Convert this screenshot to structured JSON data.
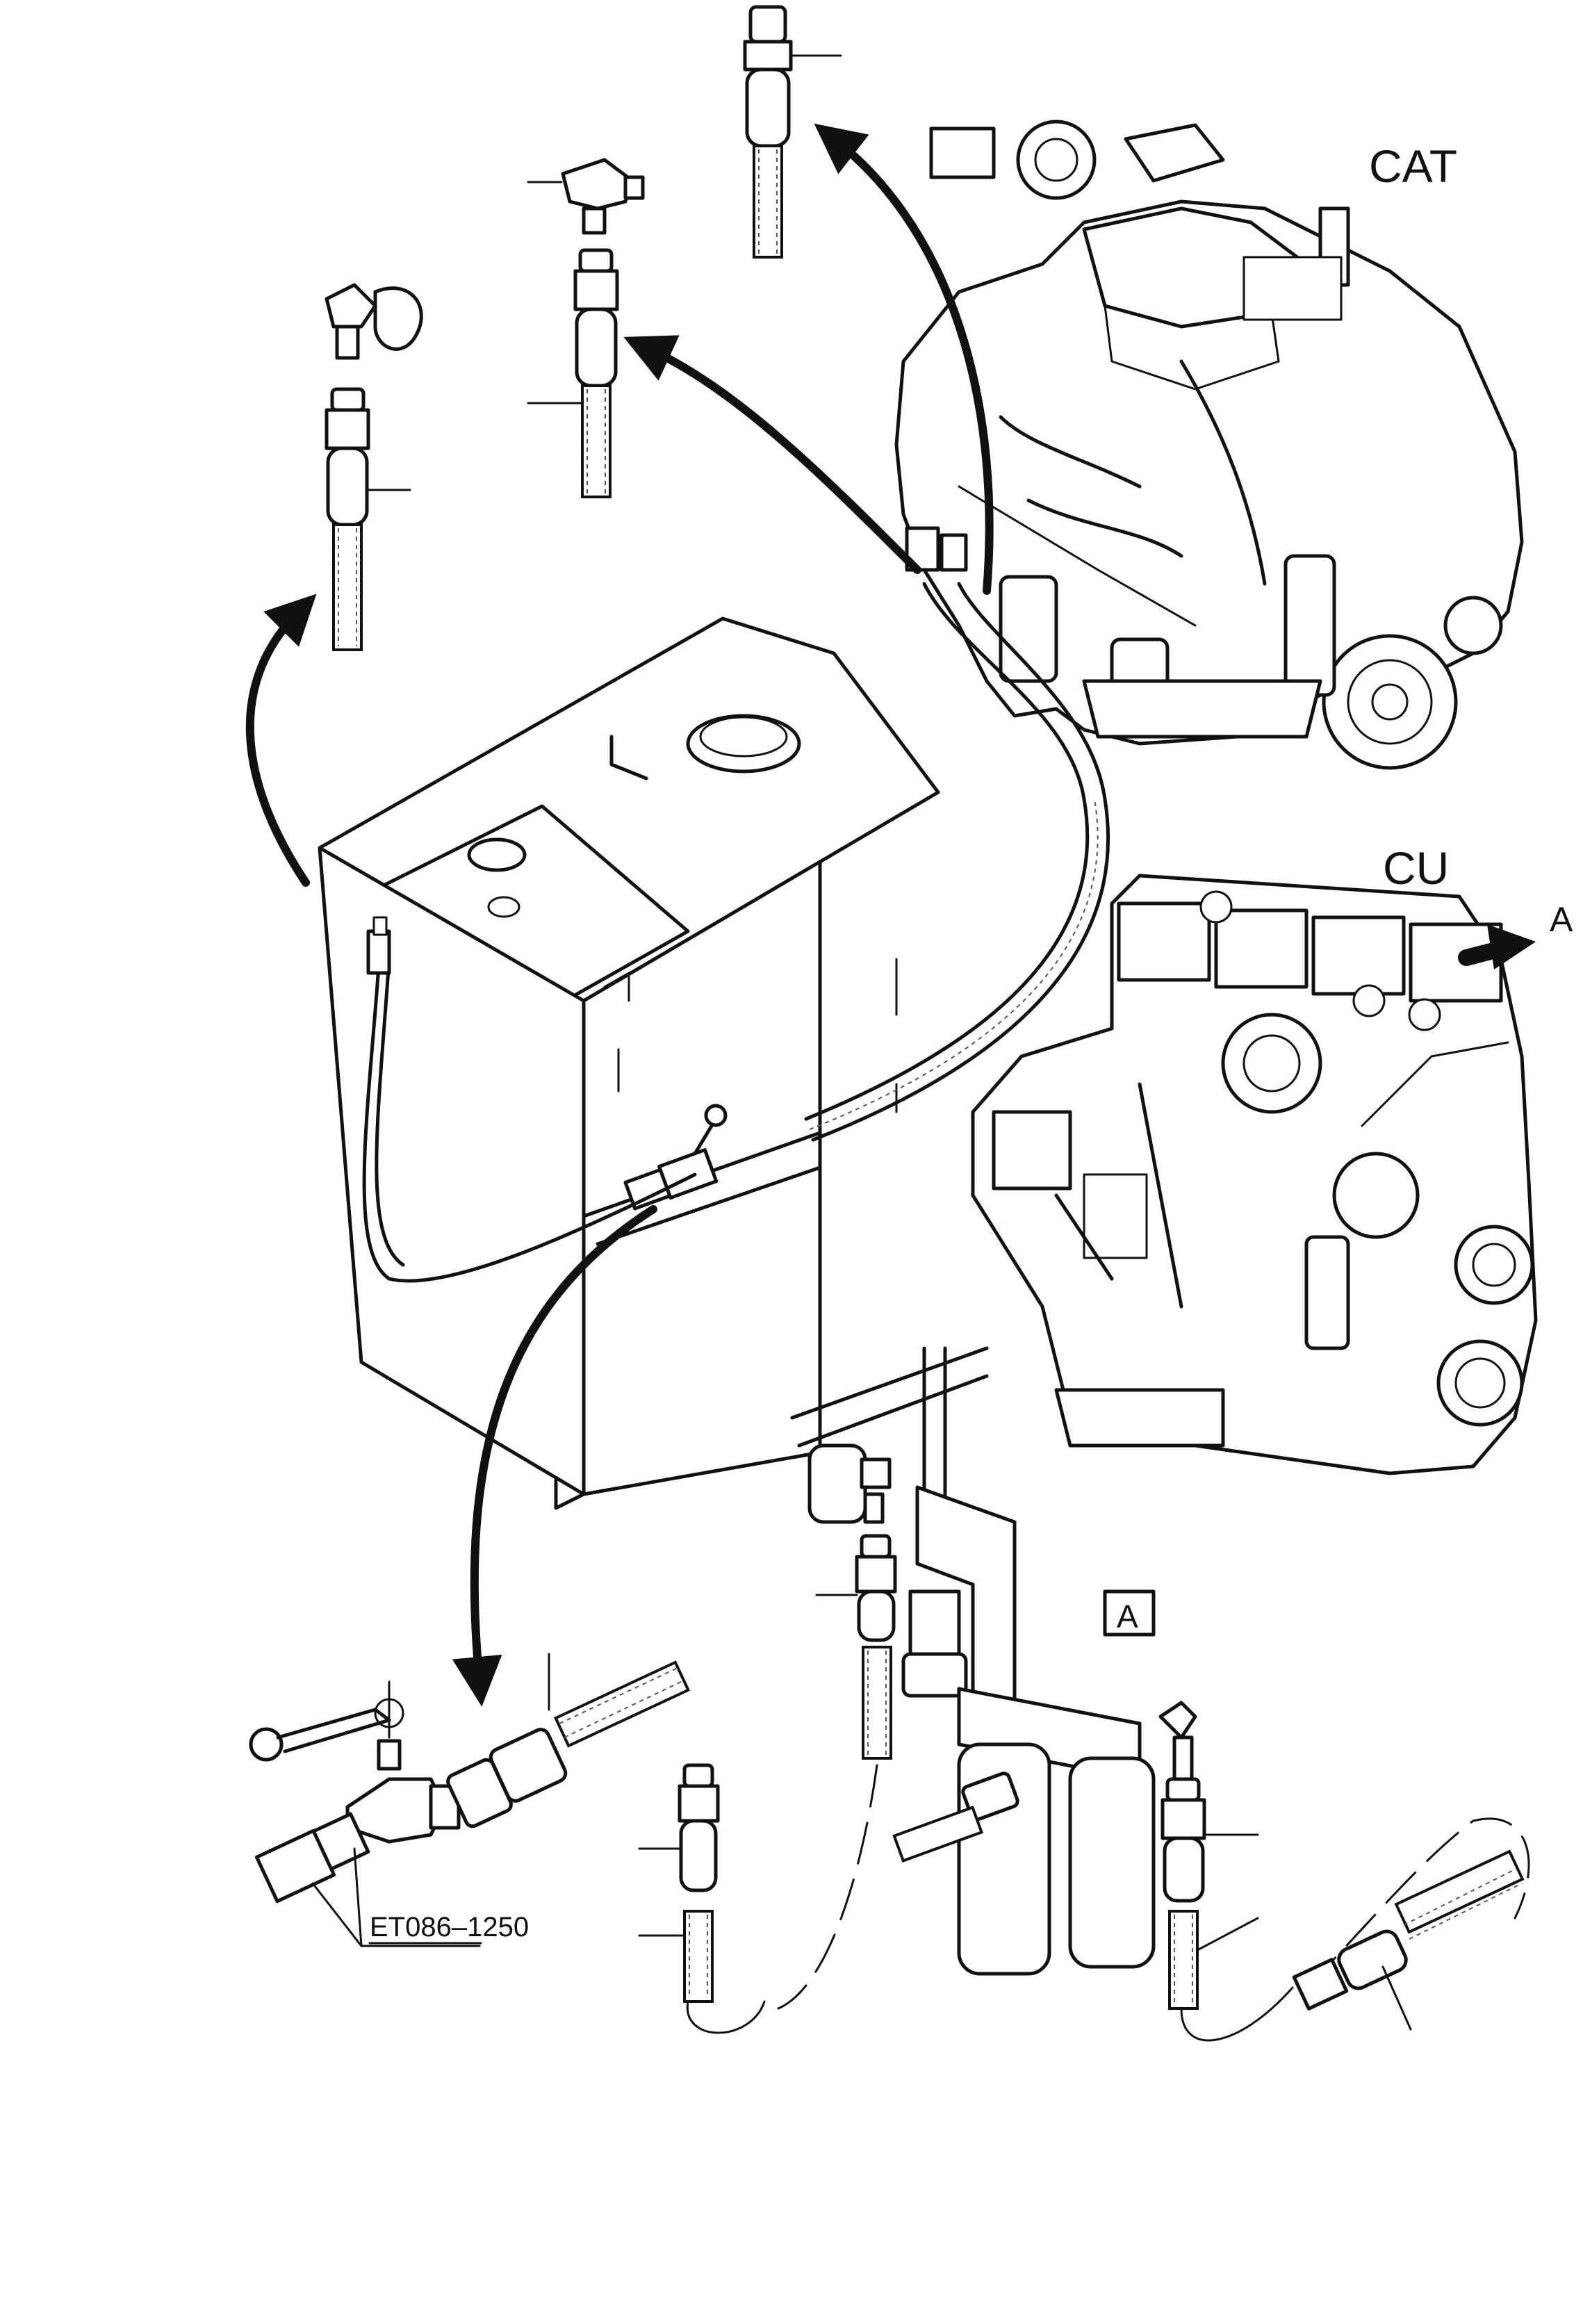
{
  "labels": {
    "engine_cat": "CAT",
    "engine_cu": "CU",
    "view_arrow": "A",
    "detail_box": "A",
    "drawing_code": "ET086–1250"
  },
  "icons": {
    "flow_arrow": "curved-arrow-icon",
    "view_direction": "arrow-right-icon"
  },
  "colors": {
    "ink": "#111111",
    "paper": "#ffffff"
  }
}
